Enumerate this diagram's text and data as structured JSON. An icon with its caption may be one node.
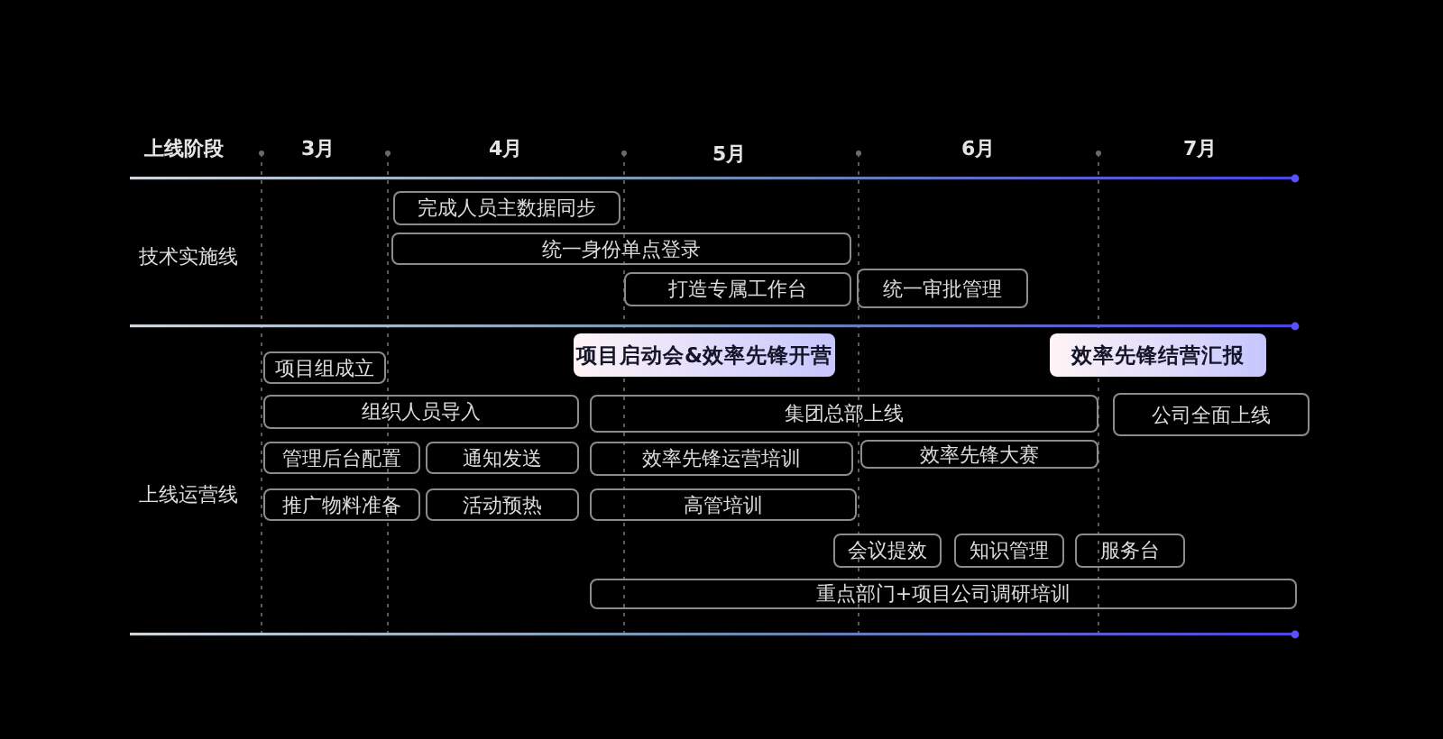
{
  "diagram": {
    "nodes": [
      {
        "text": [
          "完成人员主数据同步"
        ]
      },
      {
        "text": [
          "统一身份单点登录"
        ]
      },
      {
        "text": [
          "打造专属工作台"
        ]
      },
      {
        "text": [
          "统一审批管理"
        ]
      },
      {
        "text": [
          "项目启动会&效率先锋开营"
        ]
      },
      {
        "text": [
          "效率先锋结营汇报"
        ]
      },
      {
        "text": [
          "项目组成立"
        ]
      },
      {
        "text": [
          "组织人员导入"
        ]
      },
      {
        "text": [
          "集团总部上线"
        ]
      },
      {
        "text": [
          "公司全面上线"
        ]
      },
      {
        "text": [
          "管理后台配置"
        ]
      },
      {
        "text": [
          "通知发送"
        ]
      },
      {
        "text": [
          "效率先锋运营培训"
        ]
      },
      {
        "text": [
          "效率先锋大赛"
        ]
      },
      {
        "text": [
          "推广物料准备"
        ]
      },
      {
        "text": [
          "活动预热"
        ]
      },
      {
        "text": [
          "高管培训"
        ]
      },
      {
        "text": [
          "会议提效"
        ]
      },
      {
        "text": [
          "知识管理"
        ]
      },
      {
        "text": [
          "服务台"
        ]
      },
      {
        "text": [
          "重点部门+项目公司调研培训"
        ]
      }
    ],
    "labels": [
      "上线阶段",
      "3月",
      "4月",
      "5月",
      "6月",
      "7月",
      "技术实施线",
      "上线运营线"
    ]
  }
}
